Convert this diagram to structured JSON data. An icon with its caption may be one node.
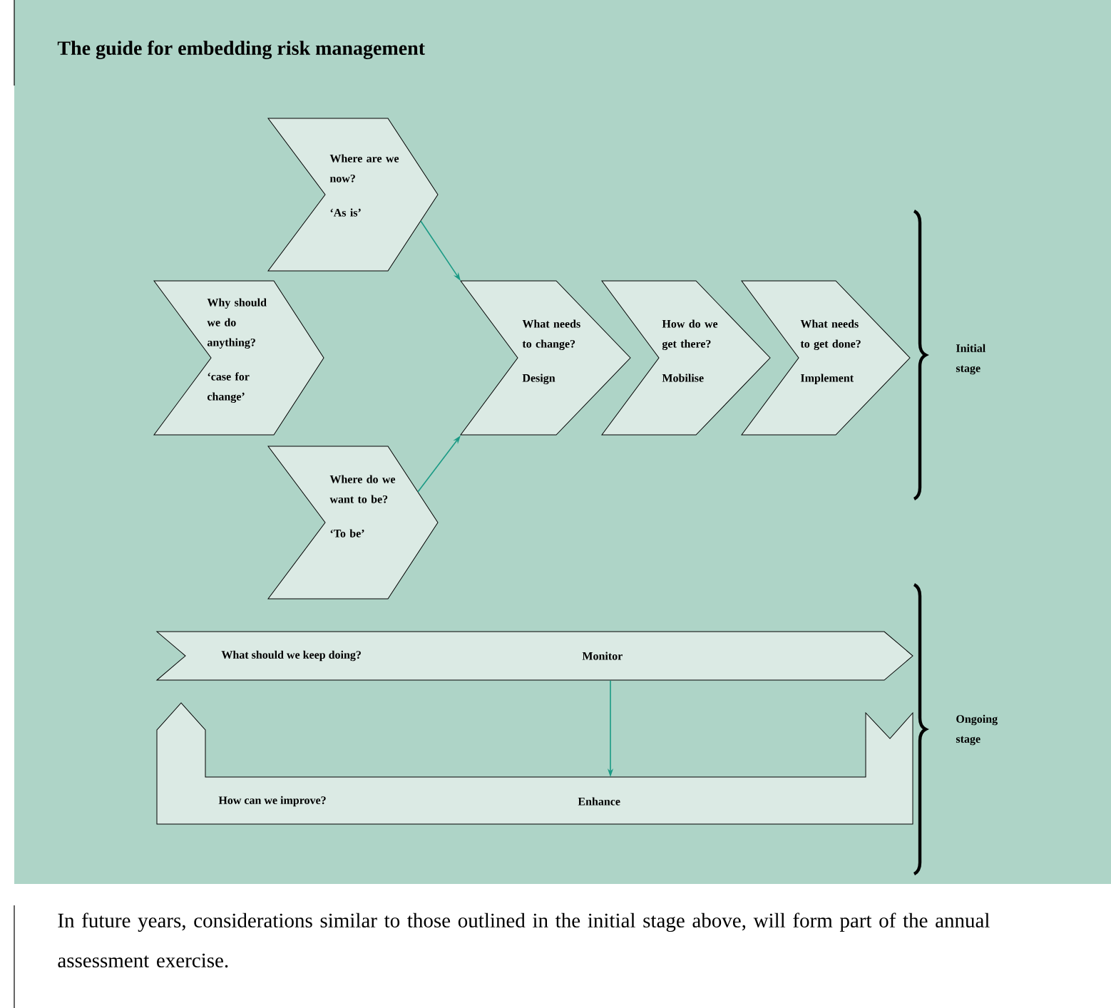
{
  "diagram": {
    "title": "The guide for embedding risk management",
    "nodes": [
      {
        "text": [
          "Where are we now?",
          "‘As is’"
        ]
      },
      {
        "text": [
          "Why should we do anything?",
          "‘case for change’"
        ]
      },
      {
        "text": [
          "Where do we want to be?",
          "‘To be’"
        ]
      },
      {
        "text": [
          "What needs to change?",
          "Design"
        ]
      },
      {
        "text": [
          "How do we get there?",
          "Mobilise"
        ]
      },
      {
        "text": [
          "What needs to get done?",
          "Implement"
        ]
      },
      {
        "text": [
          "What should we keep doing?",
          "Monitor"
        ]
      },
      {
        "text": [
          "How can we improve?",
          "Enhance"
        ]
      }
    ],
    "edges": [
      {
        "from": 0,
        "to": 3,
        "arrow": "to"
      },
      {
        "from": 2,
        "to": 3,
        "arrow": "to"
      },
      {
        "from": 6,
        "to": 7,
        "arrow": "to"
      }
    ],
    "labels": [
      "Initial stage",
      "Ongoing stage"
    ],
    "caption": "In future years, considerations similar to those outlined in the initial stage above, will form part of the annual assessment exercise."
  }
}
